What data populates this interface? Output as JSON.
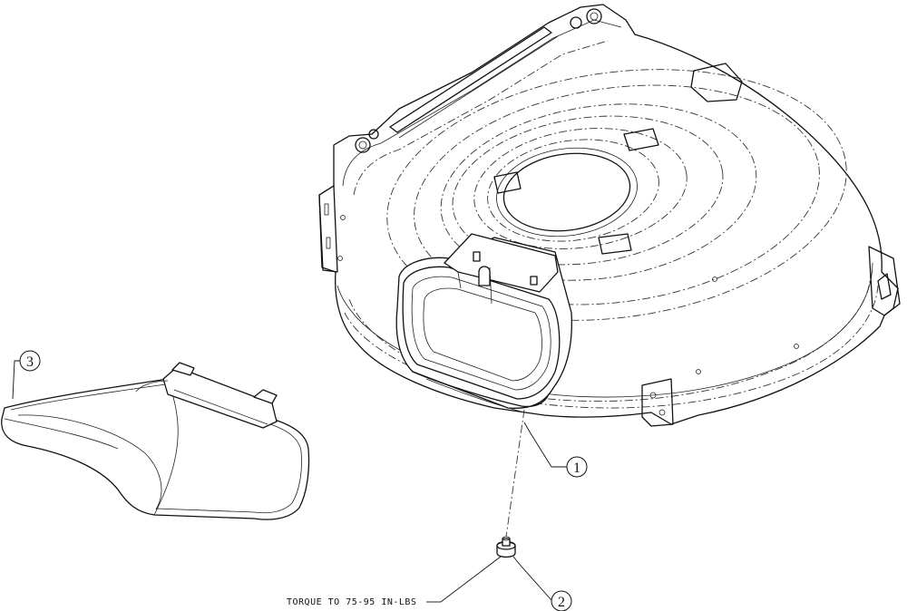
{
  "callouts": {
    "c1": "1",
    "c2": "2",
    "c3": "3"
  },
  "note": {
    "torque": "TORQUE TO 75-95 IN-LBS"
  }
}
